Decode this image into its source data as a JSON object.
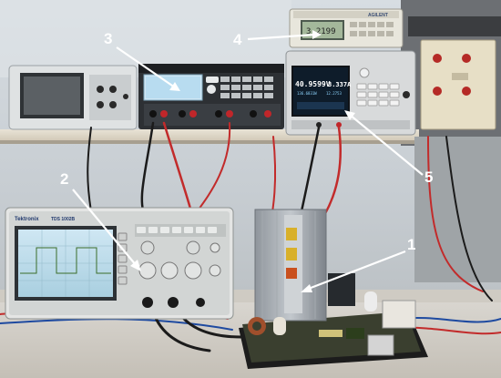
{
  "callouts": [
    {
      "id": "1",
      "label": "1"
    },
    {
      "id": "2",
      "label": "2"
    },
    {
      "id": "3",
      "label": "3"
    },
    {
      "id": "4",
      "label": "4"
    },
    {
      "id": "5",
      "label": "5"
    }
  ],
  "instruments": {
    "electronic_load": {
      "voltage_reading": "40.9599V",
      "current_reading": "3.337A",
      "sub_left": "136.6831W",
      "sub_right": "12.2753"
    },
    "oscilloscope": {
      "brand": "Tektronix",
      "model": "TDS 1002B"
    },
    "multimeter": {
      "reading": "3.2199",
      "brand": "AGILENT"
    }
  }
}
